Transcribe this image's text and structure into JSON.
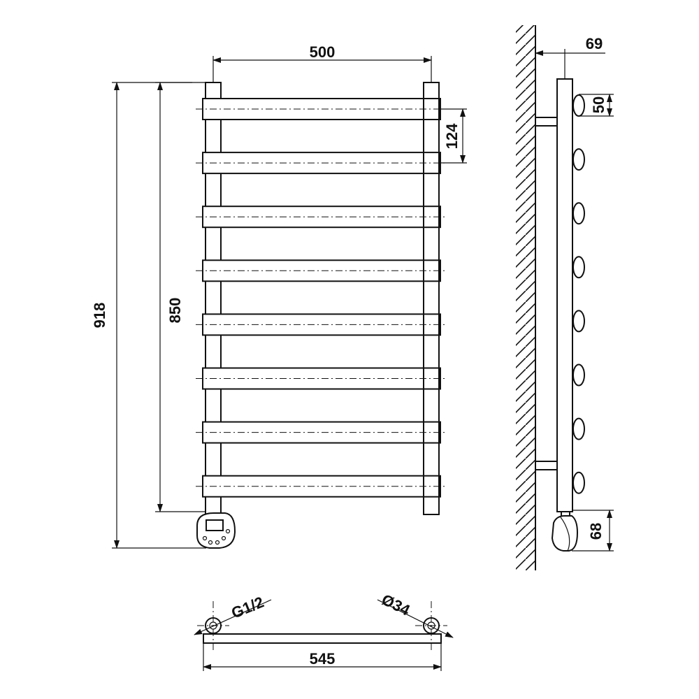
{
  "dimensions": {
    "width_top": "500",
    "height_total": "918",
    "height_pipes": "850",
    "bar_pitch": "124",
    "wall_offset": "69",
    "bar_diameter": "50",
    "heater_height": "68",
    "thread": "G1/2",
    "pipe_diameter": "Ø34",
    "width_bottom": "545"
  },
  "rail": {
    "bar_count": 8
  }
}
